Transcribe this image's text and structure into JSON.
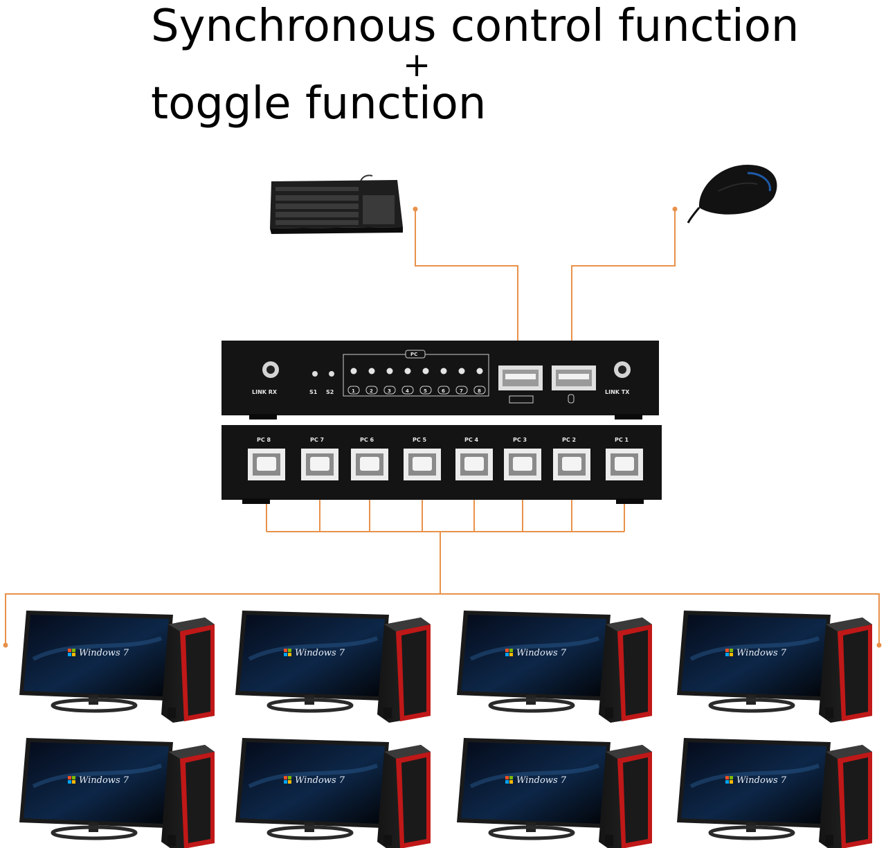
{
  "title": {
    "line1": "Synchronous control function",
    "plus": "+",
    "line2": "toggle function"
  },
  "switch_front": {
    "link_rx": "LINK RX",
    "link_tx": "LINK TX",
    "s1": "S1",
    "s2": "S2",
    "pc_header": "PC",
    "pc_numbers": [
      "1",
      "2",
      "3",
      "4",
      "5",
      "6",
      "7",
      "8"
    ]
  },
  "switch_back": {
    "ports": [
      "PC 8",
      "PC 7",
      "PC 6",
      "PC 5",
      "PC 4",
      "PC 3",
      "PC 2",
      "PC 1"
    ]
  },
  "computer_os_label": "Windows 7",
  "colors": {
    "connector": "#e8914a",
    "device": "#111111",
    "tower_accent": "#c01818"
  },
  "icons": {
    "keyboard": "keyboard-icon",
    "mouse": "mouse-icon",
    "computer": "computer-icon"
  }
}
